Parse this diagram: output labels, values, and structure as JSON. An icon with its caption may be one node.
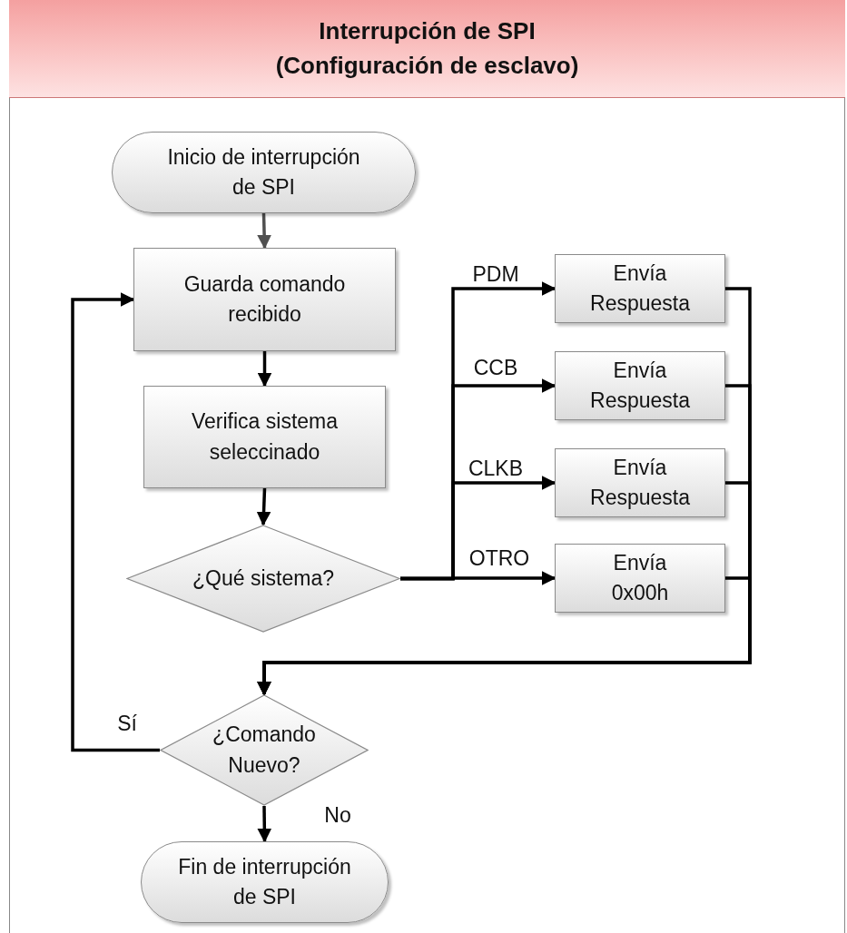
{
  "diagram": {
    "title": "Interrupción de SPI (Configuración de esclavo)",
    "nodes": [
      {
        "text": [
          "Inicio de interrupción de SPI"
        ]
      },
      {
        "text": [
          "Guarda comando recibido"
        ]
      },
      {
        "text": [
          "Verifica sistema seleccinado"
        ]
      },
      {
        "text": [
          "¿Qué sistema?"
        ]
      },
      {
        "text": [
          "Envía Respuesta"
        ]
      },
      {
        "text": [
          "Envía Respuesta"
        ]
      },
      {
        "text": [
          "Envía Respuesta"
        ]
      },
      {
        "text": [
          "Envía 0x00h"
        ]
      },
      {
        "text": [
          "¿Comando Nuevo?"
        ]
      },
      {
        "text": [
          "Fin de interrupción de SPI"
        ]
      }
    ],
    "edges": [
      {
        "from": 0,
        "to": 1,
        "arrow": "to",
        "color": "#505050"
      },
      {
        "from": 1,
        "to": 2,
        "arrow": "to"
      },
      {
        "from": 2,
        "to": 3,
        "arrow": "to"
      },
      {
        "from": 3,
        "to": 4,
        "arrow": "to",
        "label": "PDM"
      },
      {
        "from": 3,
        "to": 5,
        "arrow": "to",
        "label": "CCB"
      },
      {
        "from": 3,
        "to": 6,
        "arrow": "to",
        "label": "CLKB"
      },
      {
        "from": 3,
        "to": 7,
        "arrow": "to",
        "label": "OTRO"
      },
      {
        "from": 4,
        "to": 8,
        "arrow": "to"
      },
      {
        "from": 5,
        "to": 8,
        "arrow": "to"
      },
      {
        "from": 6,
        "to": 8,
        "arrow": "to"
      },
      {
        "from": 7,
        "to": 8,
        "arrow": "to"
      },
      {
        "from": 8,
        "to": 1,
        "arrow": "to",
        "label": "Sí"
      },
      {
        "from": 8,
        "to": 9,
        "arrow": "to",
        "label": "No"
      }
    ]
  }
}
